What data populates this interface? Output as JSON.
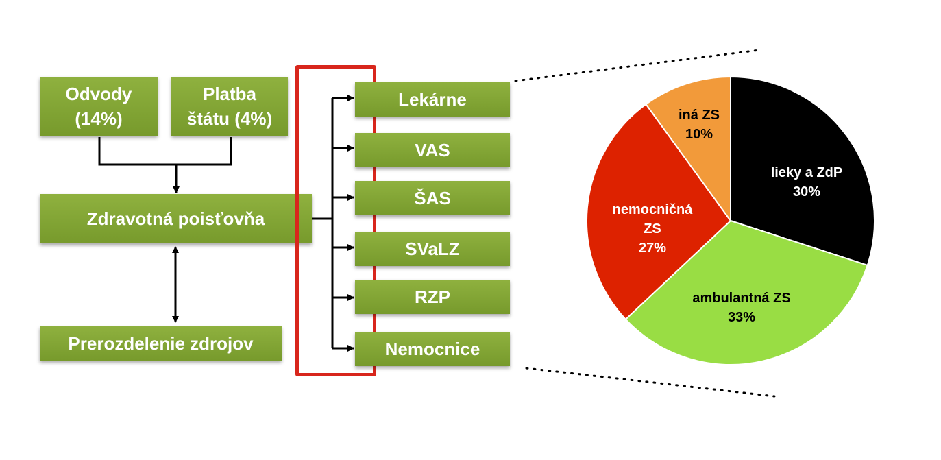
{
  "sources": [
    {
      "line1": "Odvody",
      "line2": "(14%)"
    },
    {
      "line1": "Platba",
      "line2": "štátu (4%)"
    }
  ],
  "insurer": "Zdravotná poisťovňa",
  "redistribution": "Prerozdelenie zdrojov",
  "providers": [
    "Lekárne",
    "VAS",
    "ŠAS",
    "SVaLZ",
    "RZP",
    "Nemocnice"
  ],
  "colors": {
    "box_green": "#84a738",
    "frame_red": "#d8261c",
    "slice_black": "#000000",
    "slice_green": "#99dd44",
    "slice_red": "#dd2200",
    "slice_orange": "#f29a3a"
  },
  "chart_data": {
    "type": "pie",
    "start": "top, clockwise",
    "slices": [
      {
        "line1": "lieky a ZdP",
        "line2": "",
        "value": 30,
        "label": "30%",
        "color": "#000000",
        "text_color": "#ffffff"
      },
      {
        "line1": "ambulantná ZS",
        "line2": "",
        "value": 33,
        "label": "33%",
        "color": "#99dd44",
        "text_color": "#000000"
      },
      {
        "line1": "nemocničná",
        "line2": "ZS",
        "value": 27,
        "label": "27%",
        "color": "#dd2200",
        "text_color": "#ffffff"
      },
      {
        "line1": "iná ZS",
        "line2": "",
        "value": 10,
        "label": "10%",
        "color": "#f29a3a",
        "text_color": "#000000"
      }
    ]
  }
}
